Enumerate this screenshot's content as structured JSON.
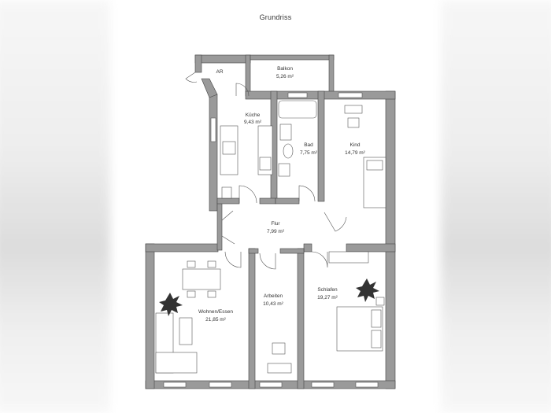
{
  "title": "Grundriss",
  "rooms": {
    "ar": {
      "name": "AR"
    },
    "balkon": {
      "name": "Balkon",
      "area": "5,26  m²"
    },
    "kueche": {
      "name": "Küche",
      "area": "9,43 m²"
    },
    "bad": {
      "name": "Bad",
      "area": "7,75 m²"
    },
    "kind": {
      "name": "Kind",
      "area": "14,79 m²"
    },
    "flur": {
      "name": "Flur",
      "area": "7,99 m²"
    },
    "wohnen": {
      "name": "Wohnen/Essen",
      "area": "21,85 m²"
    },
    "arbeiten": {
      "name": "Arbeiten",
      "area": "10,43 m²"
    },
    "schlafen": {
      "name": "Schlafen",
      "area": "19,27 m²"
    }
  },
  "colors": {
    "wall": "#9a9a9a",
    "line": "#555555",
    "fixture": "#e6e6e6"
  }
}
